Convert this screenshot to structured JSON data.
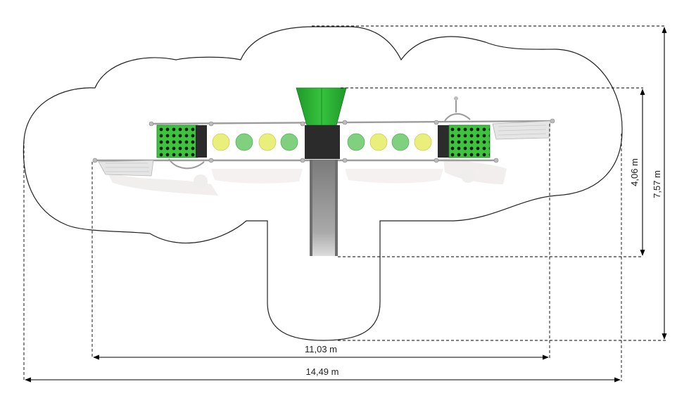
{
  "dimensions": {
    "inner_width_label": "11,03 m",
    "outer_width_label": "14,49 m",
    "structure_height_label": "4,06 m",
    "outer_height_label": "7,57 m"
  },
  "colors": {
    "panel_green": "#3cc43c",
    "panel_dark": "#2b2b2b",
    "disc_yellow": "#e9ef7a",
    "disc_green": "#7fd07f",
    "slide_gray": "#8a8a8a",
    "safety_zone": "#222222"
  },
  "components": {
    "discs": [
      "yellow",
      "green",
      "yellow",
      "green",
      "green",
      "yellow",
      "green",
      "yellow"
    ]
  }
}
